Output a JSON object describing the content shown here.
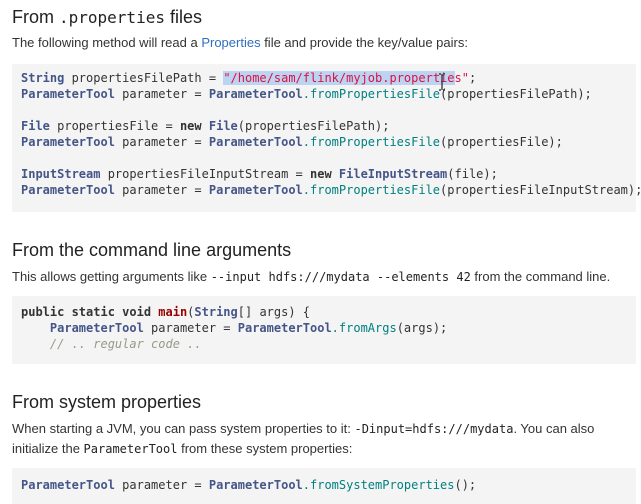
{
  "section1": {
    "title_prefix": "From ",
    "title_code": ".properties",
    "title_suffix": " files",
    "desc_before": "The following method will read a ",
    "desc_link": "Properties",
    "desc_after": " file and provide the key/value pairs:",
    "code": {
      "l1_type": "String",
      "l1_var": " propertiesFilePath = ",
      "l1_str_sel": "\"/home/sam/flink/myjob.propertie",
      "l1_str_rest": "s\"",
      "l1_end": ";",
      "l2_type": "ParameterTool",
      "l2_var": " parameter = ",
      "l2_cls": "ParameterTool",
      "l2_method": ".fromPropertiesFile",
      "l2_args": "(propertiesFilePath);",
      "l3_type": "File",
      "l3_var": " propertiesFile = ",
      "l3_kw": "new",
      "l3_cls": " File",
      "l3_args": "(propertiesFilePath);",
      "l4_type": "ParameterTool",
      "l4_var": " parameter = ",
      "l4_cls": "ParameterTool",
      "l4_method": ".fromPropertiesFile",
      "l4_args": "(propertiesFile);",
      "l5_type": "InputStream",
      "l5_var": " propertiesFileInputStream = ",
      "l5_kw": "new",
      "l5_cls": " FileInputStream",
      "l5_args": "(file);",
      "l6_type": "ParameterTool",
      "l6_var": " parameter = ",
      "l6_cls": "ParameterTool",
      "l6_method": ".fromPropertiesFile",
      "l6_args": "(propertiesFileInputStream);"
    }
  },
  "section2": {
    "title": "From the command line arguments",
    "desc_before": "This allows getting arguments like ",
    "desc_code": "--input hdfs:///mydata --elements 42",
    "desc_after": " from the command line.",
    "code": {
      "l1_kw": "public static void",
      "l1_fn": " main",
      "l1_open": "(",
      "l1_type": "String",
      "l1_rest": "[] args) {",
      "l2_indent": "    ",
      "l2_type": "ParameterTool",
      "l2_var": " parameter = ",
      "l2_cls": "ParameterTool",
      "l2_method": ".fromArgs",
      "l2_args": "(args);",
      "l3_indent": "    ",
      "l3_comment": "// .. regular code .."
    }
  },
  "section3": {
    "title": "From system properties",
    "desc_before": "When starting a JVM, you can pass system properties to it: ",
    "desc_code": "-Dinput=hdfs:///mydata",
    "desc_mid": ". You can also initialize the ",
    "desc_code2": "ParameterTool",
    "desc_after": " from these system properties:",
    "code": {
      "l1_type": "ParameterTool",
      "l1_var": " parameter = ",
      "l1_cls": "ParameterTool",
      "l1_method": ".fromSystemProperties",
      "l1_args": "();"
    }
  },
  "icons": {
    "cursor": "text-cursor-icon"
  },
  "colors": {
    "link": "#2f6fbd",
    "string": "#dd1144",
    "type": "#445588",
    "method": "#008080",
    "function": "#990000",
    "selection": "#bcd3f2",
    "code_bg": "#f4f4f4"
  }
}
